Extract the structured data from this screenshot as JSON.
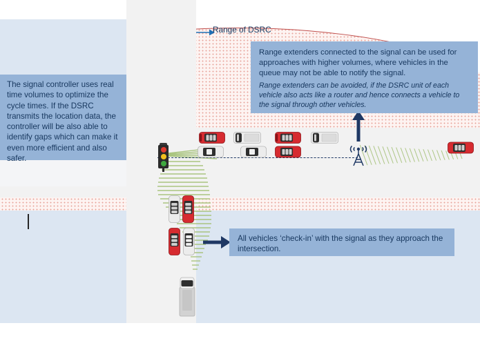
{
  "diagram": {
    "title_context": "DSRC connected vehicle intersection concept",
    "range_label": {
      "text": "Range of  DSRC",
      "arrow_icon": "arrow-right-icon"
    },
    "callouts": {
      "left": {
        "id": "signal-controller-callout",
        "text": "The signal controller uses real time volumes to optimize the cycle times. If the DSRC transmits the location data, the controller will be also able to identify gaps which can make it even more efficient and also safer.",
        "bg": "#95b3d7",
        "fg": "#17375e"
      },
      "top": {
        "id": "range-extender-callout",
        "text": "Range extenders connected to the signal can be used for approaches with higher volumes, where vehicles in the queue may not be able to notify the signal.",
        "note": "Range extenders can be avoided, if the DSRC unit of each vehicle also acts like a router and hence connects a vehicle to the signal through other vehicles.",
        "bg": "#95b3d7",
        "fg": "#17375e"
      },
      "bottom": {
        "id": "check-in-callout",
        "text": "All vehicles ‘check-in’ with the signal as they approach the intersection.",
        "bg": "#95b3d7",
        "fg": "#17375e"
      }
    },
    "arrows": {
      "up_to_range_extender": "arrow-up-icon",
      "right_to_check_in": "arrow-right-icon",
      "range_of_dsrc": "arrow-right-icon"
    },
    "traffic_signal": {
      "name": "traffic-light",
      "lamps": [
        "red",
        "yellow",
        "green"
      ],
      "colors": {
        "red": "#e03b30",
        "yellow": "#f2c01e",
        "green": "#3fa93f"
      }
    },
    "range_extender": {
      "name": "dsrc-antenna-tower",
      "icon": "radio-tower-icon"
    },
    "dsrc_range_ellipse": {
      "name": "dsrc-range-ellipse",
      "stroke": "#c0504d",
      "fill": "#fdf3f1"
    },
    "colors": {
      "background_band": "#dce6f2",
      "road": "#f2f2f2",
      "callout_bg": "#95b3d7",
      "callout_text": "#17375e",
      "accent_navy": "#1f3864",
      "cone_green": "#a9c47f",
      "car_red": "#d62b30",
      "car_white": "#e8e8e8",
      "car_dark": "#3a3a3a"
    },
    "vehicles": {
      "east_approach_top_row": [
        {
          "color": "red",
          "dir": "west"
        },
        {
          "color": "white",
          "dir": "west"
        },
        {
          "color": "red",
          "dir": "west"
        },
        {
          "color": "white",
          "dir": "west"
        }
      ],
      "east_approach_bottom_row": [
        {
          "color": "white",
          "dir": "east"
        },
        {
          "color": "white",
          "dir": "east"
        },
        {
          "color": "red",
          "dir": "east"
        }
      ],
      "far_east": [
        {
          "color": "red",
          "dir": "west"
        }
      ],
      "south_approach": [
        {
          "color": "white",
          "dir": "north"
        },
        {
          "color": "red",
          "dir": "north"
        },
        {
          "color": "red",
          "dir": "north"
        },
        {
          "color": "white",
          "dir": "north"
        },
        {
          "color": "white",
          "dir": "north",
          "type": "truck"
        }
      ]
    },
    "caret": {
      "name": "text-caret",
      "visible": true
    }
  }
}
